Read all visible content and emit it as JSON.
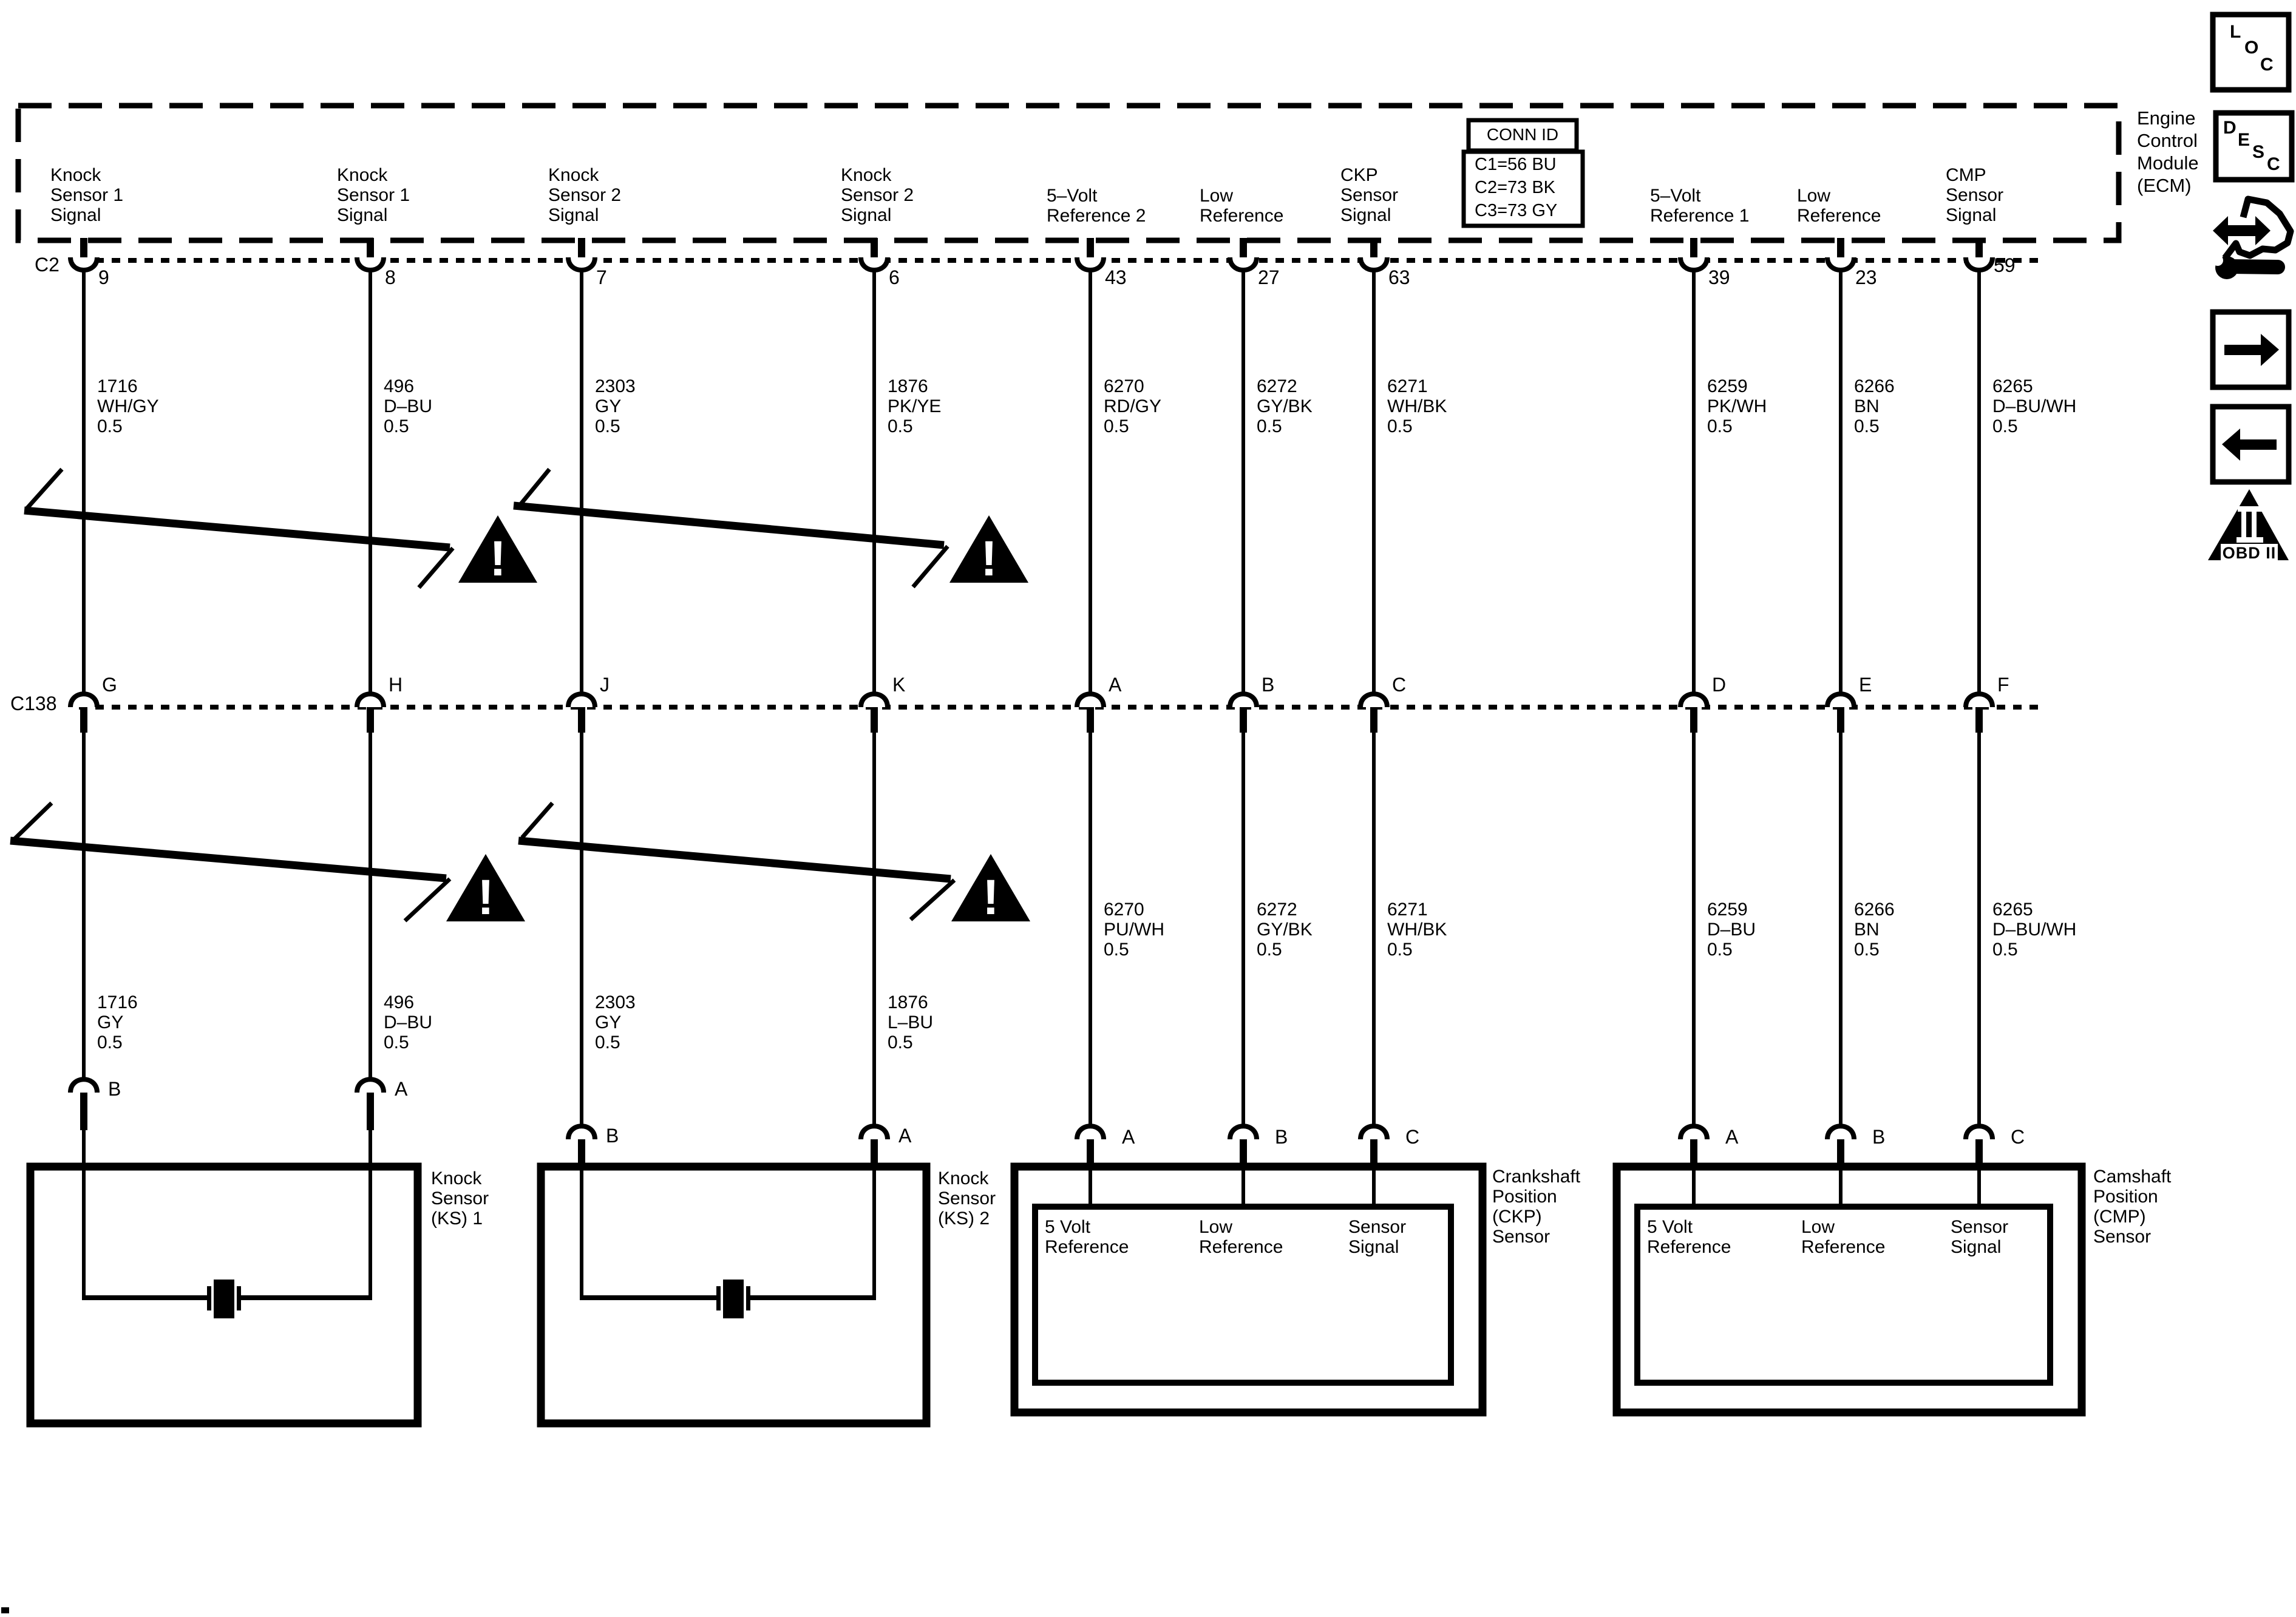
{
  "ecm": {
    "label": "Engine\nControl\nModule\n(ECM)",
    "connector_c2": "C2",
    "inline_connector": "C138"
  },
  "conn_id": {
    "title": "CONN ID",
    "entries": "C1=56 BU\nC2=73 BK\nC3=73 GY"
  },
  "columns": [
    {
      "ecm_pin_label": "Knock\nSensor 1\nSignal",
      "c2_pin": "9",
      "wire_upper": "1716\nWH/GY\n0.5",
      "c138_pin": "G",
      "wire_lower": "1716\nGY\n0.5",
      "dest_pin": "B"
    },
    {
      "ecm_pin_label": "Knock\nSensor 1\nSignal",
      "c2_pin": "8",
      "wire_upper": "496\nD–BU\n0.5",
      "c138_pin": "H",
      "wire_lower": "496\nD–BU\n0.5",
      "dest_pin": "A"
    },
    {
      "ecm_pin_label": "Knock\nSensor 2\nSignal",
      "c2_pin": "7",
      "wire_upper": "2303\nGY\n0.5",
      "c138_pin": "J",
      "wire_lower": "2303\nGY\n0.5",
      "dest_pin": "B"
    },
    {
      "ecm_pin_label": "Knock\nSensor 2\nSignal",
      "c2_pin": "6",
      "wire_upper": "1876\nPK/YE\n0.5",
      "c138_pin": "K",
      "wire_lower": "1876\nL–BU\n0.5",
      "dest_pin": "A"
    },
    {
      "ecm_pin_label": "5–Volt\nReference 2",
      "c2_pin": "43",
      "wire_upper": "6270\nRD/GY\n0.5",
      "c138_pin": "A",
      "wire_lower": "6270\nPU/WH\n0.5",
      "dest_pin": "A"
    },
    {
      "ecm_pin_label": "Low\nReference",
      "c2_pin": "27",
      "wire_upper": "6272\nGY/BK\n0.5",
      "c138_pin": "B",
      "wire_lower": "6272\nGY/BK\n0.5",
      "dest_pin": "B"
    },
    {
      "ecm_pin_label": "CKP\nSensor\nSignal",
      "c2_pin": "63",
      "wire_upper": "6271\nWH/BK\n0.5",
      "c138_pin": "C",
      "wire_lower": "6271\nWH/BK\n0.5",
      "dest_pin": "C"
    },
    {
      "ecm_pin_label": "5–Volt\nReference 1",
      "c2_pin": "39",
      "wire_upper": "6259\nPK/WH\n0.5",
      "c138_pin": "D",
      "wire_lower": "6259\nD–BU\n0.5",
      "dest_pin": "A"
    },
    {
      "ecm_pin_label": "Low\nReference",
      "c2_pin": "23",
      "wire_upper": "6266\nBN\n0.5",
      "c138_pin": "E",
      "wire_lower": "6266\nBN\n0.5",
      "dest_pin": "B"
    },
    {
      "ecm_pin_label": "CMP\nSensor\nSignal",
      "c2_pin": "59",
      "wire_upper": "6265\nD–BU/WH\n0.5",
      "c138_pin": "F",
      "wire_lower": "6265\nD–BU/WH\n0.5",
      "dest_pin": "C"
    }
  ],
  "sensors": {
    "ks1": {
      "label": "Knock\nSensor\n(KS) 1"
    },
    "ks2": {
      "label": "Knock\nSensor\n(KS) 2"
    },
    "ckp": {
      "label": "Crankshaft\nPosition\n(CKP)\nSensor",
      "terminals": [
        "5 Volt\nReference",
        "Low\nReference",
        "Sensor\nSignal"
      ]
    },
    "cmp": {
      "label": "Camshaft\nPosition\n(CMP)\nSensor",
      "terminals": [
        "5 Volt\nReference",
        "Low\nReference",
        "Sensor\nSignal"
      ]
    }
  },
  "icons": {
    "loc_letters": [
      "L",
      "O",
      "C"
    ],
    "desc_letters": [
      "D",
      "E",
      "S",
      "C"
    ],
    "obd_label": "OBD II"
  }
}
